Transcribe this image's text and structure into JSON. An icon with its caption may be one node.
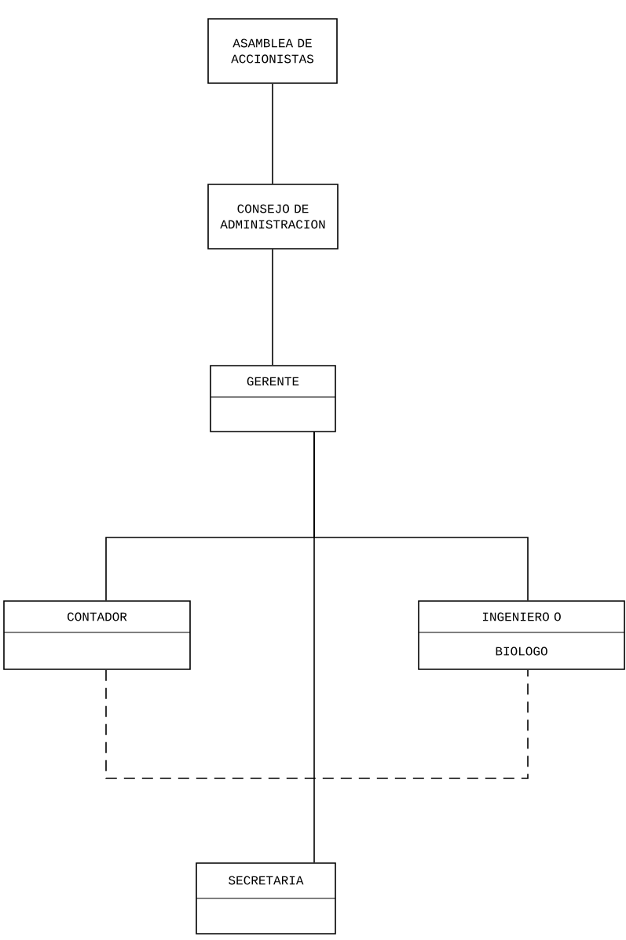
{
  "diagram": {
    "nodes": [
      {
        "text": [
          "ASAMBLEA DE ACCIONISTAS"
        ]
      },
      {
        "text": [
          "CONSEJO DE ADMINISTRACION"
        ]
      },
      {
        "text": [
          "GERENTE"
        ]
      },
      {
        "text": [
          "CONTADOR"
        ]
      },
      {
        "text": [
          "INGENIERO O",
          "BIOLOGO"
        ]
      },
      {
        "text": [
          "SECRETARIA"
        ]
      }
    ],
    "edges": [
      {
        "from": 0,
        "to": 1,
        "arrow": "none"
      },
      {
        "from": 1,
        "to": 2,
        "arrow": "none"
      },
      {
        "from": 2,
        "to": 3,
        "arrow": "none"
      },
      {
        "from": 2,
        "to": 4,
        "arrow": "none"
      },
      {
        "from": 2,
        "to": 5,
        "arrow": "none"
      },
      {
        "from": 3,
        "to": 4,
        "arrow": "none",
        "style": "dashed"
      }
    ]
  }
}
